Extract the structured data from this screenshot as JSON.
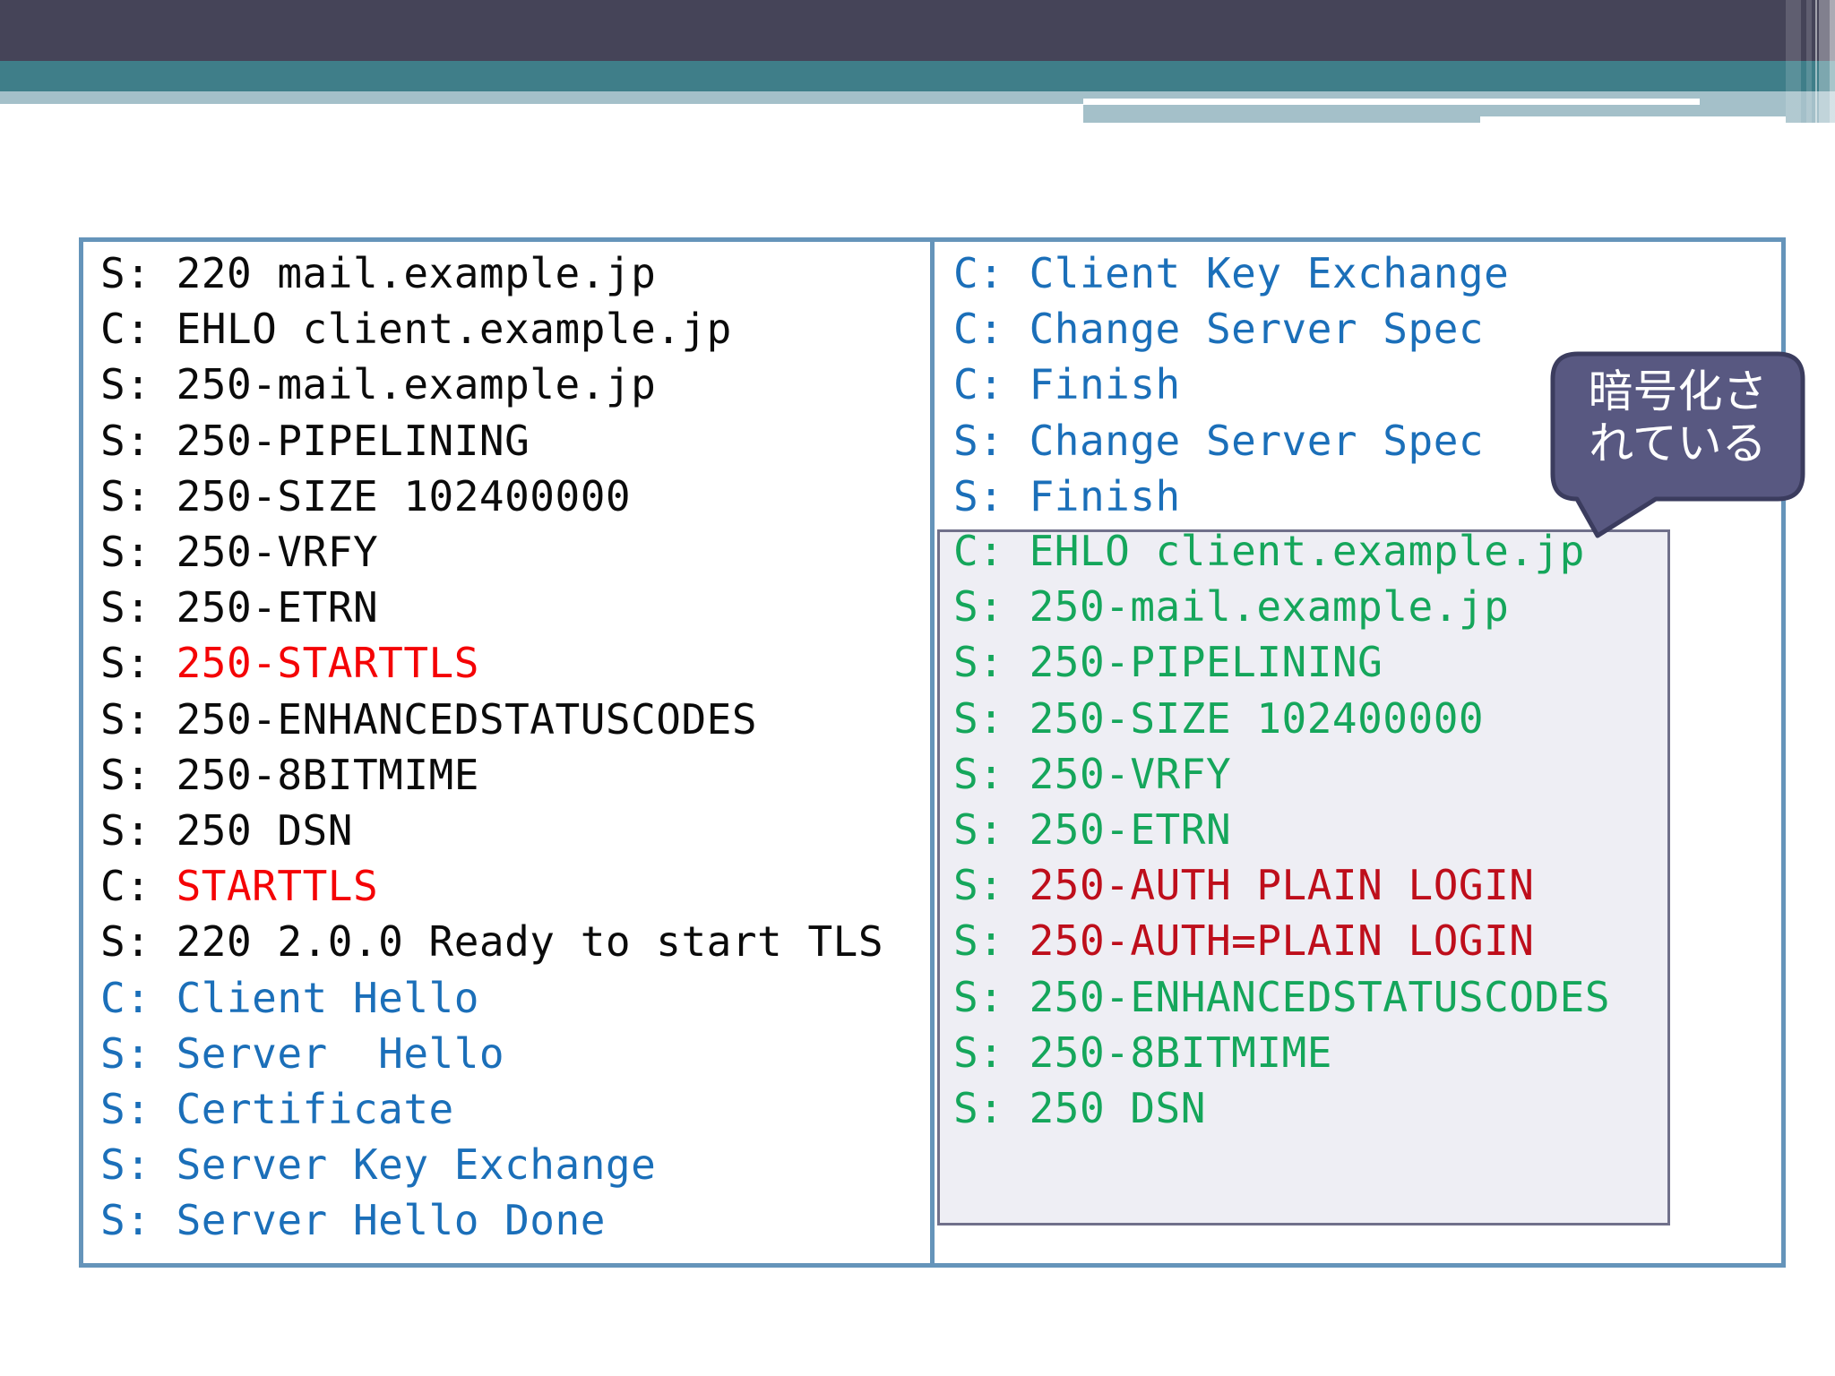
{
  "colors": {
    "text_black": "#0B0B0B",
    "text_red": "#F40305",
    "text_blue": "#1B6FB9",
    "text_green": "#15A65B",
    "text_dark_red": "#BE0E1B",
    "header_dark": "#454458",
    "header_teal": "#3F7E89",
    "header_light": "#A4C0C9",
    "box_border": "#6594BA",
    "box_bg": "#FFFFFF",
    "encrypted_box_bg": "#EEEEF4",
    "encrypted_box_border": "#70708A",
    "bubble_fill": "#585881",
    "bubble_border": "#3B3C5E",
    "bubble_text": "#FFFFFF"
  },
  "terminal": {
    "left_lines": [
      {
        "segments": [
          {
            "text": "S: 220 mail.example.jp",
            "color": "text_black"
          }
        ]
      },
      {
        "segments": [
          {
            "text": "C: EHLO client.example.jp",
            "color": "text_black"
          }
        ]
      },
      {
        "segments": [
          {
            "text": "S: 250-mail.example.jp",
            "color": "text_black"
          }
        ]
      },
      {
        "segments": [
          {
            "text": "S: 250-PIPELINING",
            "color": "text_black"
          }
        ]
      },
      {
        "segments": [
          {
            "text": "S: 250-SIZE 102400000",
            "color": "text_black"
          }
        ]
      },
      {
        "segments": [
          {
            "text": "S: 250-VRFY",
            "color": "text_black"
          }
        ]
      },
      {
        "segments": [
          {
            "text": "S: 250-ETRN",
            "color": "text_black"
          }
        ]
      },
      {
        "segments": [
          {
            "text": "S: ",
            "color": "text_black"
          },
          {
            "text": "250-STARTTLS",
            "color": "text_red"
          }
        ]
      },
      {
        "segments": [
          {
            "text": "S: 250-ENHANCEDSTATUSCODES",
            "color": "text_black"
          }
        ]
      },
      {
        "segments": [
          {
            "text": "S: 250-8BITMIME",
            "color": "text_black"
          }
        ]
      },
      {
        "segments": [
          {
            "text": "S: 250 DSN",
            "color": "text_black"
          }
        ]
      },
      {
        "segments": [
          {
            "text": "C: ",
            "color": "text_black"
          },
          {
            "text": "STARTTLS",
            "color": "text_red"
          }
        ]
      },
      {
        "segments": [
          {
            "text": "S: 220 2.0.0 Ready to start TLS",
            "color": "text_black"
          }
        ]
      },
      {
        "segments": [
          {
            "text": "C: Client Hello",
            "color": "text_blue"
          }
        ]
      },
      {
        "segments": [
          {
            "text": "S: Server  Hello",
            "color": "text_blue"
          }
        ]
      },
      {
        "segments": [
          {
            "text": "S: Certificate",
            "color": "text_blue"
          }
        ]
      },
      {
        "segments": [
          {
            "text": "S: Server Key Exchange",
            "color": "text_blue"
          }
        ]
      },
      {
        "segments": [
          {
            "text": "S: Server Hello Done",
            "color": "text_blue"
          }
        ]
      }
    ],
    "right_lines": [
      {
        "segments": [
          {
            "text": "C: Client Key Exchange",
            "color": "text_blue"
          }
        ]
      },
      {
        "segments": [
          {
            "text": "C: Change Server Spec",
            "color": "text_blue"
          }
        ]
      },
      {
        "segments": [
          {
            "text": "C: Finish",
            "color": "text_blue"
          }
        ]
      },
      {
        "segments": [
          {
            "text": "S: Change Server Spec",
            "color": "text_blue"
          }
        ]
      },
      {
        "segments": [
          {
            "text": "S: Finish",
            "color": "text_blue"
          }
        ]
      }
    ],
    "encrypted_lines": [
      {
        "segments": [
          {
            "text": "C: EHLO client.example.jp",
            "color": "text_green"
          }
        ]
      },
      {
        "segments": [
          {
            "text": "S: 250-mail.example.jp",
            "color": "text_green"
          }
        ]
      },
      {
        "segments": [
          {
            "text": "S: 250-PIPELINING",
            "color": "text_green"
          }
        ]
      },
      {
        "segments": [
          {
            "text": "S: 250-SIZE 102400000",
            "color": "text_green"
          }
        ]
      },
      {
        "segments": [
          {
            "text": "S: 250-VRFY",
            "color": "text_green"
          }
        ]
      },
      {
        "segments": [
          {
            "text": "S: 250-ETRN",
            "color": "text_green"
          }
        ]
      },
      {
        "segments": [
          {
            "text": "S: ",
            "color": "text_green"
          },
          {
            "text": "250-AUTH PLAIN LOGIN",
            "color": "text_dark_red"
          }
        ]
      },
      {
        "segments": [
          {
            "text": "S: ",
            "color": "text_green"
          },
          {
            "text": "250-AUTH=PLAIN LOGIN",
            "color": "text_dark_red"
          }
        ]
      },
      {
        "segments": [
          {
            "text": "S: 250-ENHANCEDSTATUSCODES",
            "color": "text_green"
          }
        ]
      },
      {
        "segments": [
          {
            "text": "S: 250-8BITMIME",
            "color": "text_green"
          }
        ]
      },
      {
        "segments": [
          {
            "text": "S: 250 DSN",
            "color": "text_green"
          }
        ]
      }
    ]
  },
  "callout": {
    "lines": [
      "暗号化さ",
      "れている"
    ]
  }
}
